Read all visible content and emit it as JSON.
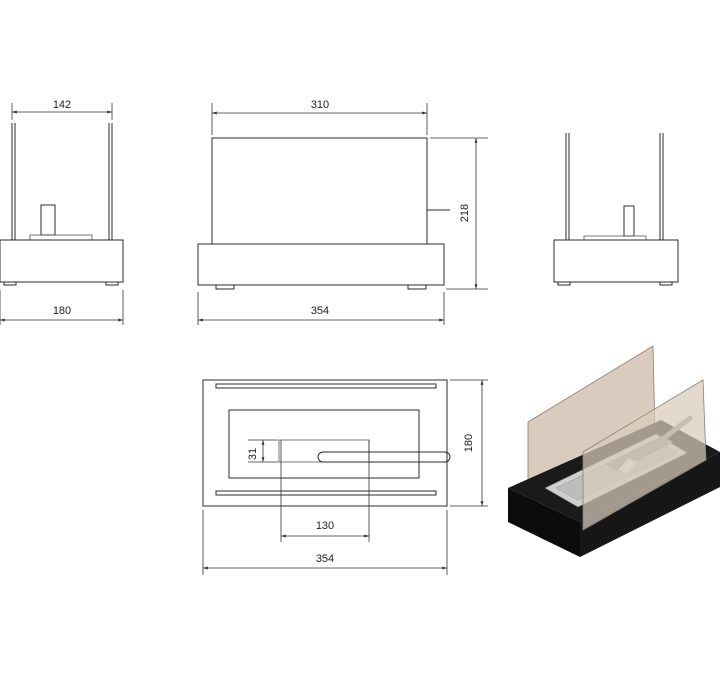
{
  "dimensions": {
    "side_glass_depth": "142",
    "side_base_depth": "180",
    "front_glass_width": "310",
    "front_height": "218",
    "front_base_width": "354",
    "top_depth": "180",
    "top_burner_depth": "31",
    "top_burner_width": "130",
    "top_width": "354"
  },
  "colors": {
    "line": "#2b2b2b",
    "glass_tint": "#d9cbbd",
    "base_black": "#111111",
    "burner_grey": "#cfcfcf"
  }
}
